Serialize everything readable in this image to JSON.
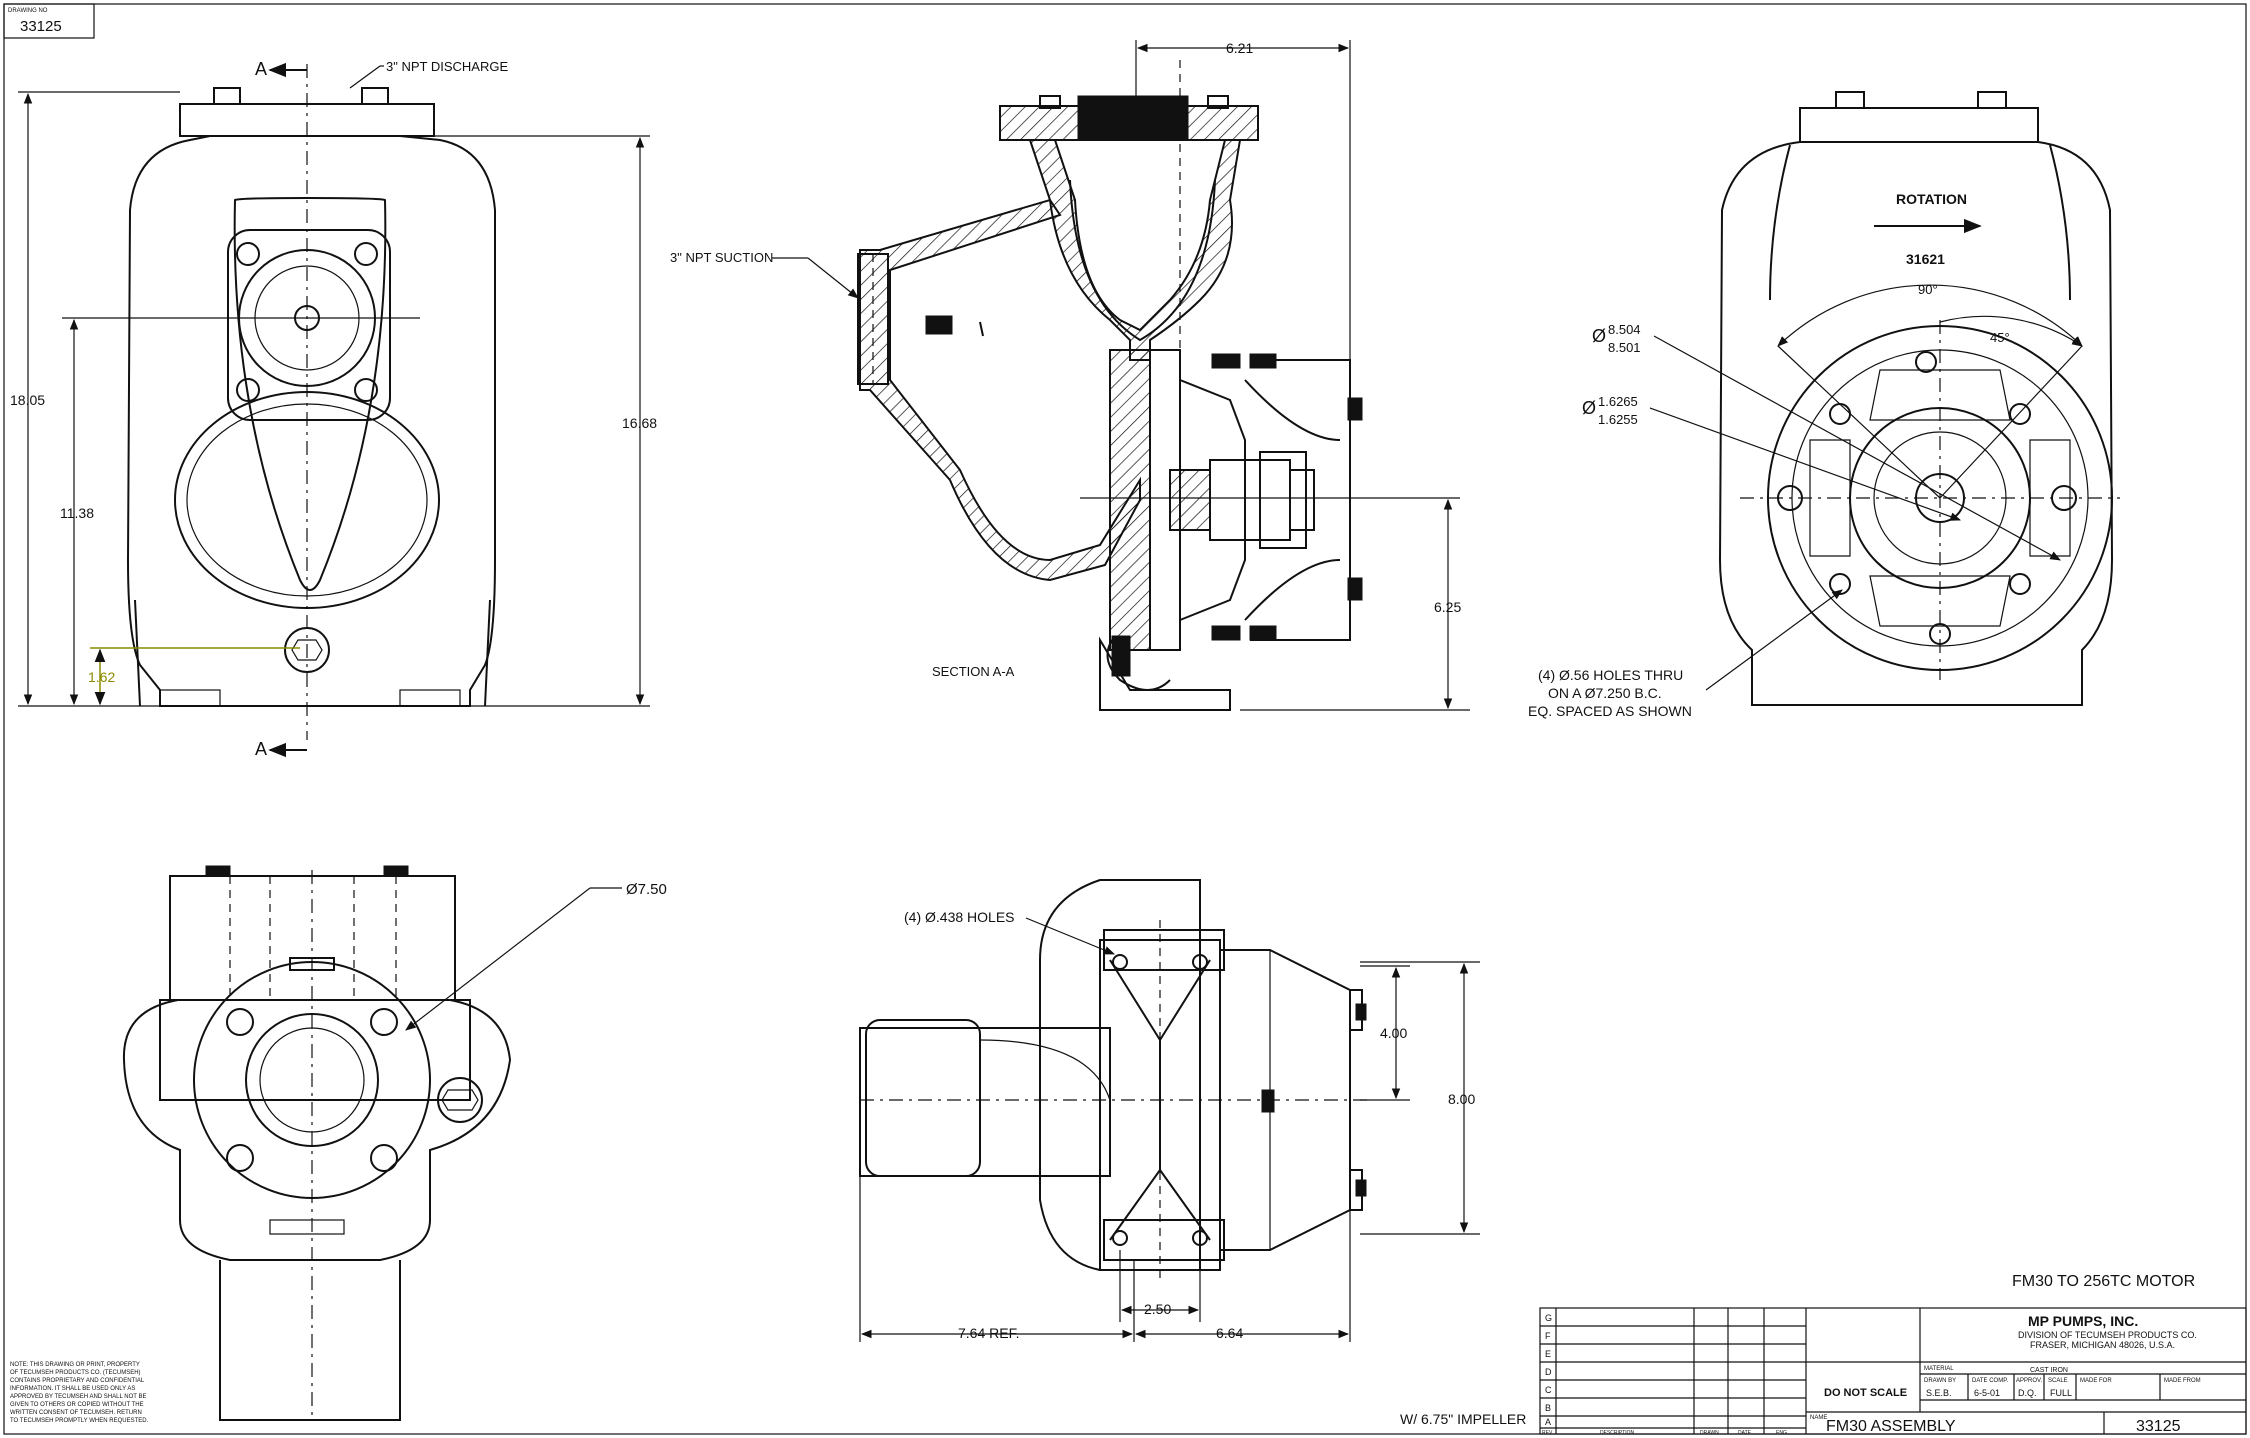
{
  "drawing_no_label": "DRAWING NO",
  "drawing_no": "33125",
  "views": {
    "front": {
      "section_label_top": "A",
      "section_label_bottom": "A",
      "discharge_note": "3\" NPT DISCHARGE",
      "dim_overall_height": "18.05",
      "dim_body_height": "16.68",
      "dim_center_height": "11.38",
      "dim_base": "1.62"
    },
    "section": {
      "suction_note": "3\" NPT SUCTION",
      "dim_width": "6.21",
      "dim_shaft_height": "6.25",
      "section_caption": "SECTION A-A"
    },
    "rear": {
      "rotation_label": "ROTATION",
      "casting_no": "31621",
      "angle_90": "90°",
      "angle_45": "45°",
      "pilot_dia_max": "8.504",
      "pilot_dia_min": "8.501",
      "shaft_dia_max": "1.6265",
      "shaft_dia_min": "1.6255",
      "holes_note_1": "(4)  Ø.56 HOLES THRU",
      "holes_note_2": "ON A  Ø7.250 B.C.",
      "holes_note_3": "EQ. SPACED AS SHOWN"
    },
    "top": {
      "flange_dia": "Ø7.50"
    },
    "plan": {
      "holes_note": "(4)  Ø.438 HOLES",
      "dim_4": "4.00",
      "dim_8": "8.00",
      "dim_250": "2.50",
      "dim_764": "7.64 REF.",
      "dim_664": "6.64"
    }
  },
  "notes": {
    "motor": "FM30 TO 256TC MOTOR",
    "impeller": "W/ 6.75\" IMPELLER",
    "legal": [
      "NOTE: THIS DRAWING OR PRINT, PROPERTY",
      "OF TECUMSEH PRODUCTS CO. (TECUMSEH)",
      "CONTAINS PROPRIETARY AND CONFIDENTIAL",
      "INFORMATION. IT SHALL BE USED ONLY AS",
      "APPROVED BY TECUMSEH AND SHALL NOT BE",
      "GIVEN TO OTHERS OR COPIED WITHOUT THE",
      "WRITTEN CONSENT OF TECUMSEH. RETURN",
      "TO TECUMSEH PROMPTLY WHEN REQUESTED."
    ]
  },
  "title_block": {
    "company": "MP PUMPS, INC.",
    "division": "DIVISION OF TECUMSEH PRODUCTS CO.",
    "address": "FRASER, MICHIGAN 48026, U.S.A.",
    "material_label": "MATERIAL",
    "material": "CAST IRON",
    "drawn_by_label": "DRAWN BY",
    "drawn_by": "S.E.B.",
    "date_comp_label": "DATE COMP.",
    "date_comp": "6-5-01",
    "approv_label": "APPROV.",
    "approv": "D.Q.",
    "scale_label": "SCALE",
    "scale": "FULL",
    "made_for_label": "MADE FOR",
    "made_from_label": "MADE FROM",
    "do_not_scale": "DO NOT SCALE",
    "name_label": "NAME",
    "name": "FM30 ASSEMBLY",
    "number": "33125",
    "rev_letters": [
      "G",
      "F",
      "E",
      "D",
      "C",
      "B",
      "A"
    ],
    "rev_headers": [
      "REV",
      "DESCRIPTION",
      "DRAWN",
      "DATE",
      "ENG"
    ]
  }
}
